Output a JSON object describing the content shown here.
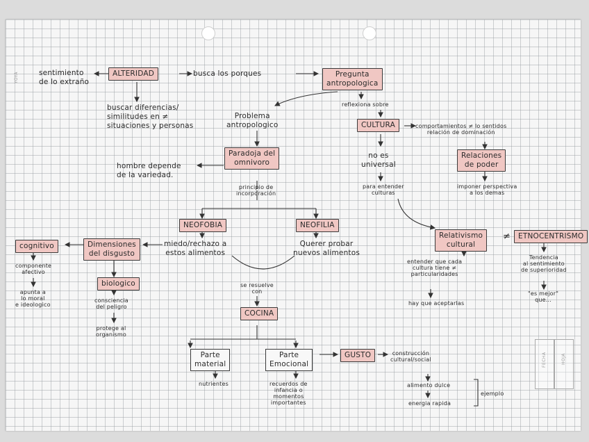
{
  "header": {
    "side_label": "YOYA"
  },
  "footer": {
    "label_a": "FECHA",
    "label_b": "HOJA"
  },
  "nodes": {
    "sentimiento": "sentimiento\nde lo extraño",
    "alteridad": "ALTERIDAD",
    "busca": "busca los porques",
    "pregunta": "Pregunta\nantropologica",
    "buscar_dif": "buscar diferencias/\nsimilitudes en ≠\nsituaciones y personas",
    "problema": "Problema\nantropologico",
    "reflexiona": "reflexiona sobre",
    "cultura": "CULTURA",
    "comportamientos": "comportamientos ≠ lo sentidos\nrelación de dominación",
    "paradoja": "Paradoja del\nomnivoro",
    "hombre": "hombre depende\nde la variedad.",
    "no_es": "no es\nuniversal",
    "relaciones": "Relaciones\nde poder",
    "principio": "principio de\nincorporación",
    "para_entender": "para entender\nculturas",
    "imponer": "imponer perspectiva\na los demas",
    "neofobia": "NEOFOBIA",
    "neofilia": "NEOFILIA",
    "cognitivo": "cognitivo",
    "dimensiones": "Dimensiones\ndel disgusto",
    "miedo": "miedo/rechazo a\nestos alimentos",
    "querer": "Querer probar\nnuevos alimentos",
    "relativismo": "Relativismo\ncultural",
    "neq": "≠",
    "etnocentrismo": "ETNOCENTRISMO",
    "componente": "componente\nafectivo",
    "biologico": "biologico",
    "se_resuelve": "se resuelve\ncon",
    "entender_cada": "entender que cada\ncultura tiene ≠\nparticularidades",
    "tendencia": "Tendencia\nal sentimiento\nde superioridad",
    "apunta": "apunta a\nlo moral\ne ideologico",
    "consciencia": "consciencia\ndel peligro",
    "hay_que": "hay que aceptarlas",
    "es_mejor": "\"es mejor\"\nque...",
    "protege": "protege al\norganismo",
    "cocina": "COCINA",
    "parte_material": "Parte\nmaterial",
    "parte_emocional": "Parte\nEmocional",
    "gusto": "GUSTO",
    "construccion": "construcción\ncultural/social",
    "nutrientes": "nutrientes",
    "recuerdos": "recuerdos de\ninfancia o\nmomentos\nimportantes",
    "alimento": "alimento dulce",
    "energia": "energia rapida",
    "ejemplo": "ejemplo"
  },
  "colors": {
    "box_fill": "#f0c7c3",
    "ink": "#2a2a2a",
    "paper": "#f6f6f6",
    "grid": "#9aa0a6"
  }
}
